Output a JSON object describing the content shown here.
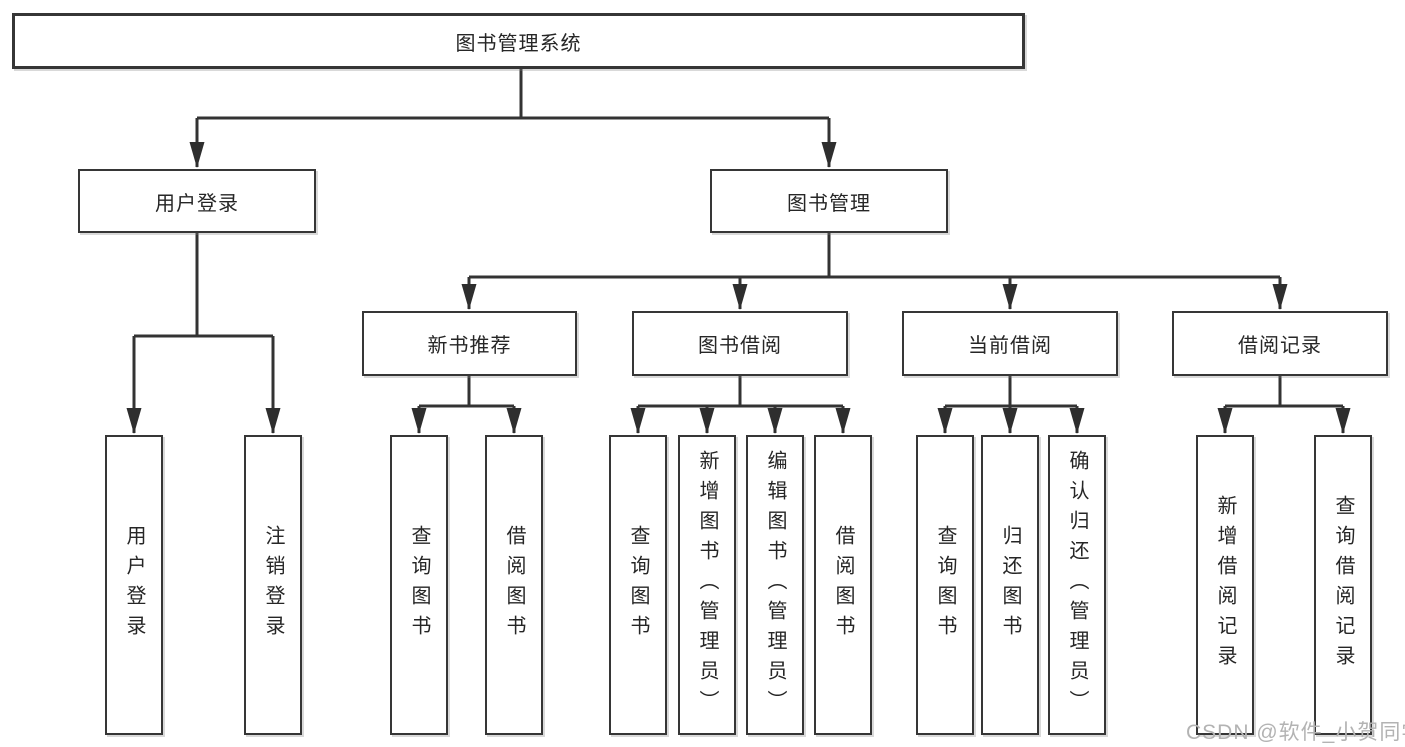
{
  "colors": {
    "line": "#333333",
    "box_border": "#363636",
    "text": "#262626",
    "watermark": "#b3b3b3",
    "background": "#ffffff"
  },
  "watermark": {
    "text": "CSDN @软件_小贺同学"
  },
  "tree": {
    "root": {
      "label": "图书管理系统"
    },
    "branches": [
      {
        "label": "用户登录",
        "children": [
          {
            "label": "用户登录"
          },
          {
            "label": "注销登录"
          }
        ]
      },
      {
        "label": "图书管理",
        "children": [
          {
            "label": "新书推荐",
            "children": [
              {
                "label": "查询图书"
              },
              {
                "label": "借阅图书"
              }
            ]
          },
          {
            "label": "图书借阅",
            "children": [
              {
                "label": "查询图书"
              },
              {
                "label": "新增图书（管理员）"
              },
              {
                "label": "编辑图书（管理员）"
              },
              {
                "label": "借阅图书"
              }
            ]
          },
          {
            "label": "当前借阅",
            "children": [
              {
                "label": "查询图书"
              },
              {
                "label": "归还图书"
              },
              {
                "label": "确认归还（管理员）"
              }
            ]
          },
          {
            "label": "借阅记录",
            "children": [
              {
                "label": "新增借阅记录"
              },
              {
                "label": "查询借阅记录"
              }
            ]
          }
        ]
      }
    ]
  }
}
